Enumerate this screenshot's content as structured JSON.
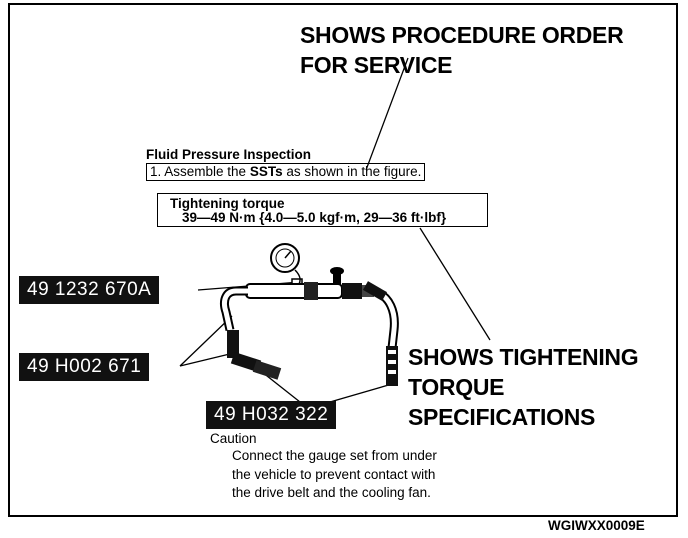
{
  "callouts": {
    "procedure_line1": "SHOWS PROCEDURE ORDER",
    "procedure_line2": "FOR SERVICE",
    "torque_line1": "SHOWS TIGHTENING",
    "torque_line2": "TORQUE",
    "torque_line3": "SPECIFICATIONS"
  },
  "procedure": {
    "title": "Fluid Pressure Inspection",
    "step_prefix": "1. Assemble the ",
    "step_bold": "SSTs",
    "step_suffix": " as shown in the figure."
  },
  "torque": {
    "title": "Tightening torque",
    "value": "39—49 N·m {4.0—5.0 kgf·m, 29—36 ft·lbf}"
  },
  "part_numbers": [
    "49 1232 670A",
    "49 H002 671",
    "49 H032 322"
  ],
  "caution": {
    "title": "Caution",
    "lines": [
      "Connect the gauge set from under",
      "the vehicle to prevent contact with",
      "the drive belt and the cooling fan."
    ]
  },
  "figure_code": "WGIWXX0009E"
}
